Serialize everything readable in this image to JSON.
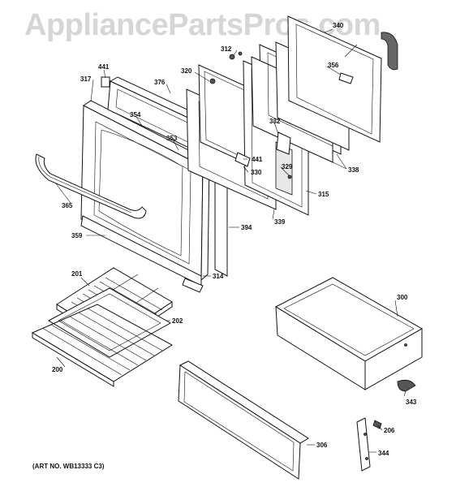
{
  "watermark": "AppliancePartsPros.com",
  "art_number": "(ART NO. WB13333 C3)",
  "callouts": [
    {
      "id": "340"
    },
    {
      "id": "312"
    },
    {
      "id": "356"
    },
    {
      "id": "441"
    },
    {
      "id": "317"
    },
    {
      "id": "320"
    },
    {
      "id": "376"
    },
    {
      "id": "354"
    },
    {
      "id": "332"
    },
    {
      "id": "353"
    },
    {
      "id": "441b",
      "text": "441"
    },
    {
      "id": "329"
    },
    {
      "id": "330"
    },
    {
      "id": "338"
    },
    {
      "id": "315"
    },
    {
      "id": "339"
    },
    {
      "id": "365"
    },
    {
      "id": "394"
    },
    {
      "id": "359"
    },
    {
      "id": "314"
    },
    {
      "id": "201"
    },
    {
      "id": "300"
    },
    {
      "id": "202"
    },
    {
      "id": "200"
    },
    {
      "id": "343"
    },
    {
      "id": "206"
    },
    {
      "id": "306"
    },
    {
      "id": "344"
    }
  ],
  "labels": {
    "l340": "340",
    "l312": "312",
    "l356": "356",
    "l441": "441",
    "l317": "317",
    "l320": "320",
    "l376": "376",
    "l354": "354",
    "l332": "332",
    "l353": "353",
    "l441b": "441",
    "l329": "329",
    "l330": "330",
    "l338": "338",
    "l315": "315",
    "l339": "339",
    "l365": "365",
    "l394": "394",
    "l359": "359",
    "l314": "314",
    "l201": "201",
    "l300": "300",
    "l202": "202",
    "l200": "200",
    "l343": "343",
    "l206": "206",
    "l306": "306",
    "l344": "344"
  }
}
